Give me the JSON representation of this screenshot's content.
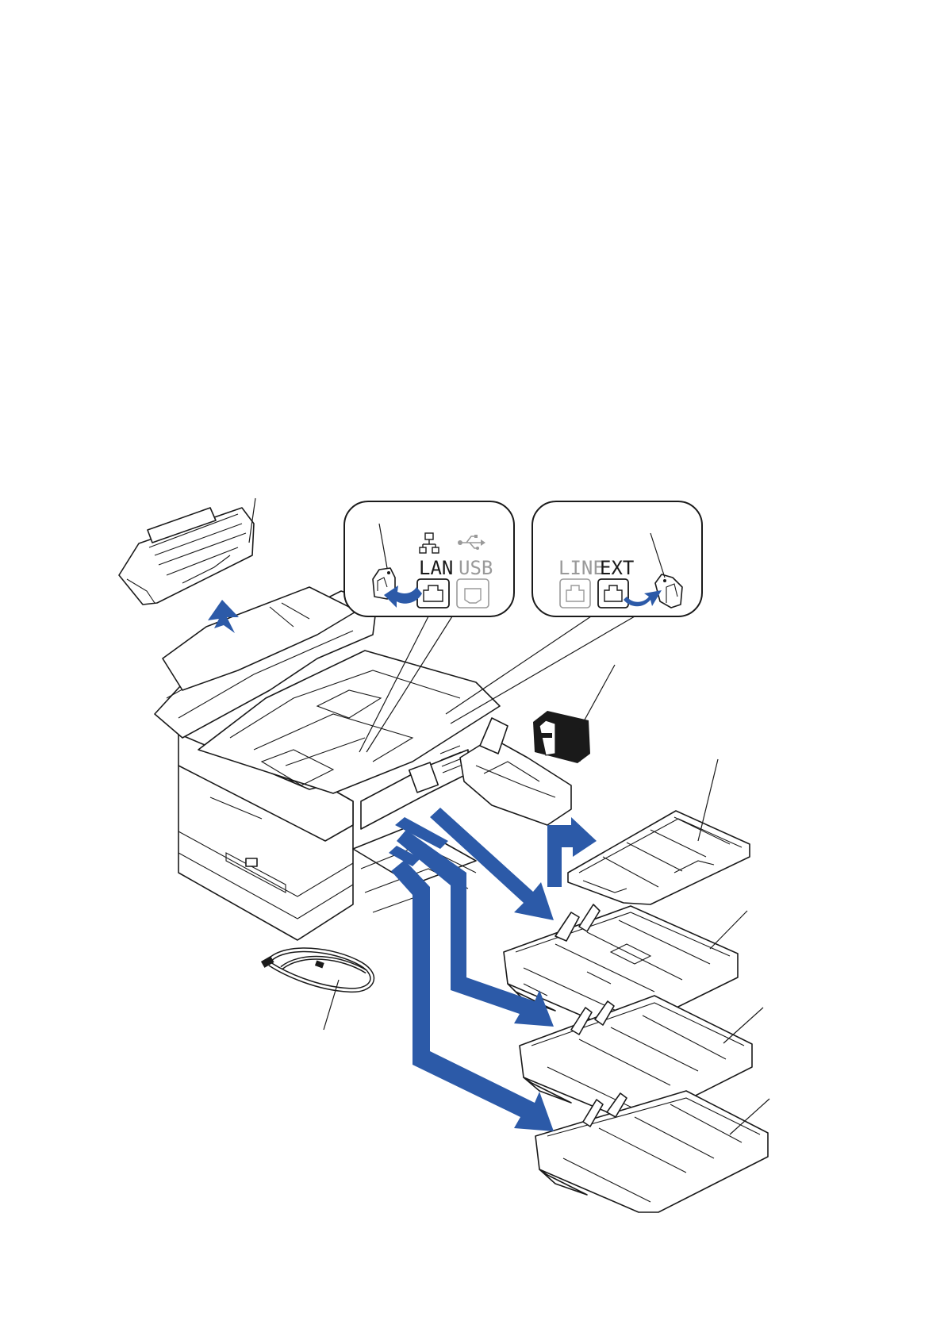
{
  "colors": {
    "arrow": "#2c5aa8",
    "line": "#1a1a1a",
    "inactive_port": "#9a9a9a"
  },
  "callout_left": {
    "network_icon": "network-icon",
    "usb_icon": "usb-icon",
    "lan_label": "LAN",
    "usb_label": "USB"
  },
  "callout_right": {
    "line_label": "LINE",
    "ext_label": "EXT"
  }
}
